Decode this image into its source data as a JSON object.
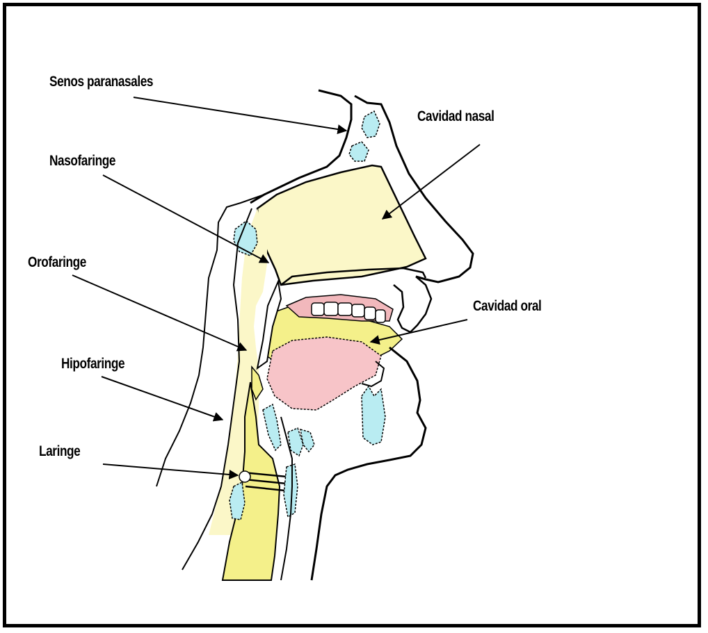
{
  "labels": {
    "senos": "Senos paranasales",
    "cavidad_nasal": "Cavidad nasal",
    "nasofaringe": "Nasofaringe",
    "orofaringe": "Orofaringe",
    "cavidad_oral": "Cavidad oral",
    "hipofaringe": "Hipofaringe",
    "laringe": "Laringe"
  },
  "colors": {
    "airway_yellow": "#fbf7c8",
    "pharynx_yellow": "#f4f08a",
    "sinus_blue": "#b9ecf2",
    "tongue_pink": "#f7c4c8",
    "gum_pink": "#f2b8bc",
    "line": "#000000"
  }
}
